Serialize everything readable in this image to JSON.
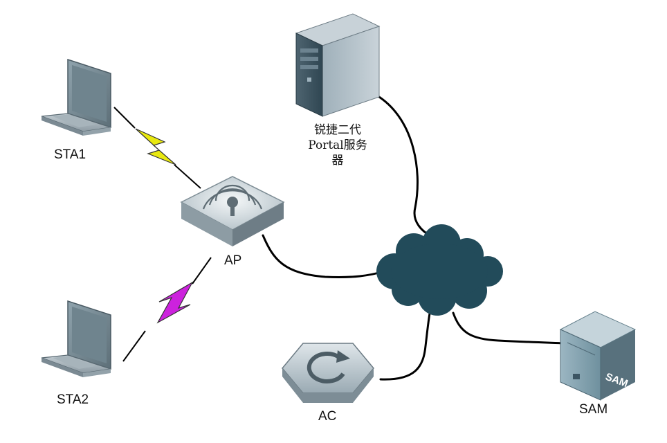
{
  "nodes": {
    "sta1": {
      "label": "STA1"
    },
    "sta2": {
      "label": "STA2"
    },
    "ap": {
      "label": "AP"
    },
    "portal_server": {
      "label_lines": [
        "锐捷二代",
        "Portal服务",
        "器"
      ]
    },
    "ac": {
      "label": "AC"
    },
    "sam": {
      "label": "SAM",
      "badge": "SAM"
    },
    "network": {
      "label": ""
    }
  },
  "links": [
    {
      "from": "STA1",
      "to": "AP",
      "type": "wireless",
      "color": "#e8e810"
    },
    {
      "from": "STA2",
      "to": "AP",
      "type": "wireless",
      "color": "#cc22dd"
    },
    {
      "from": "AP",
      "to": "network",
      "type": "wired"
    },
    {
      "from": "Portal server",
      "to": "network",
      "type": "wired"
    },
    {
      "from": "AC",
      "to": "network",
      "type": "wired"
    },
    {
      "from": "SAM",
      "to": "network",
      "type": "wired"
    }
  ],
  "colors": {
    "cloud": "#224b5a",
    "device_body": "#aab8c2",
    "wire": "#000000"
  }
}
